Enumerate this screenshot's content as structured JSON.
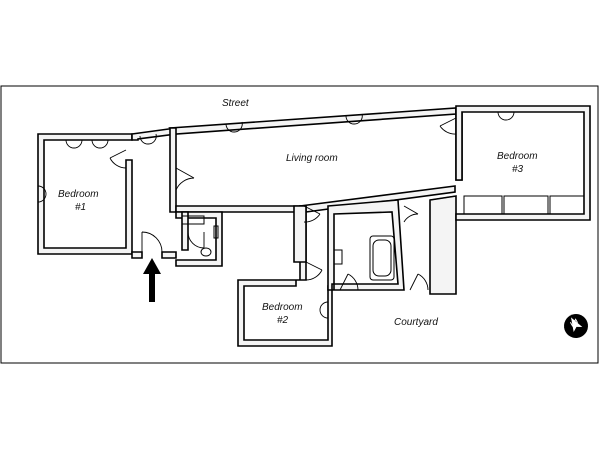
{
  "plan": {
    "street_label": "Street",
    "courtyard_label": "Courtyard",
    "rooms": {
      "living_room": "Living room",
      "bedroom1_name": "Bedroom",
      "bedroom1_num": "#1",
      "bedroom2_name": "Bedroom",
      "bedroom2_num": "#2",
      "bedroom3_name": "Bedroom",
      "bedroom3_num": "#3"
    },
    "icons": [
      "entrance-arrow-icon",
      "compass-icon",
      "bathtub-icon",
      "toilet-icon",
      "sink-icon"
    ],
    "colors": {
      "wall_fill": "#f4f4f4",
      "line": "#000000",
      "background": "#ffffff"
    }
  }
}
